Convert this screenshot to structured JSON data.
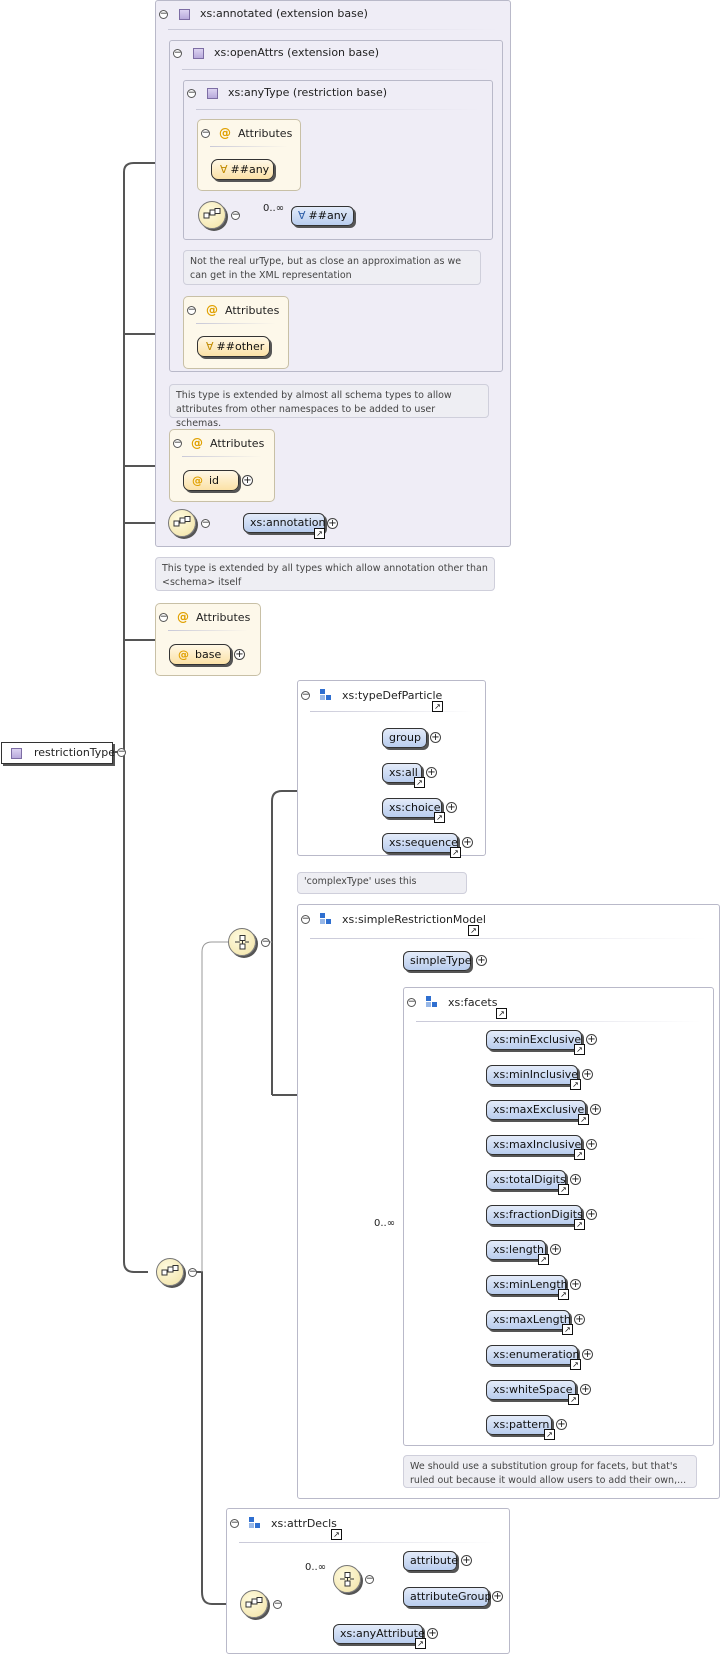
{
  "root": {
    "label": "restrictionType"
  },
  "annotated": {
    "label": "xs:annotated (extension base)"
  },
  "openAttrs": {
    "label": "xs:openAttrs (extension base)"
  },
  "anyType": {
    "label": "xs:anyType (restriction base)"
  },
  "anytype_attrs": {
    "title": "Attributes",
    "any": "##any"
  },
  "anytype_seq": {
    "card": "0..∞",
    "any": "##any"
  },
  "notes": {
    "anytype": "Not the real urType, but as close an approximation as we can get in the XML representation",
    "openattrs": "This type is extended by almost all schema types to allow attributes from other namespaces to be added to user schemas.",
    "annotated": "This type is extended by all types which allow annotation other than <schema> itself",
    "typedef": "'complexType' uses this",
    "simplerestr": "We should use a substitution group for facets, but that's ruled out because it would allow users to add their own,..."
  },
  "openattrs_attrs": {
    "title": "Attributes",
    "other": "##other"
  },
  "annotated_attrs": {
    "title": "Attributes",
    "id": "id"
  },
  "annotation": {
    "label": "xs:annotation"
  },
  "restr_attrs": {
    "title": "Attributes",
    "base": "base"
  },
  "typeDefParticle": {
    "title": "xs:typeDefParticle",
    "items": [
      "group",
      "xs:all",
      "xs:choice",
      "xs:sequence"
    ]
  },
  "simpleRestrictionModel": {
    "title": "xs:simpleRestrictionModel",
    "simpleType": "simpleType",
    "card": "0..∞"
  },
  "facets": {
    "title": "xs:facets",
    "items": [
      "xs:minExclusive",
      "xs:minInclusive",
      "xs:maxExclusive",
      "xs:maxInclusive",
      "xs:totalDigits",
      "xs:fractionDigits",
      "xs:length",
      "xs:minLength",
      "xs:maxLength",
      "xs:enumeration",
      "xs:whiteSpace",
      "xs:pattern"
    ]
  },
  "attrDecls": {
    "title": "xs:attrDecls",
    "card": "0..∞",
    "attribute": "attribute",
    "attributeGroup": "attributeGroup",
    "anyAttribute": "xs:anyAttribute"
  },
  "symbols": {
    "toggle": "−",
    "plus": "+",
    "ref": "↗",
    "wildcard": "∀",
    "at": "@"
  },
  "colors": {
    "element_fill": "#c6d6f2",
    "attribute_fill": "#fbe6b0",
    "compositor_fill": "#f6eabb",
    "panel_fill": "#efedf6"
  }
}
